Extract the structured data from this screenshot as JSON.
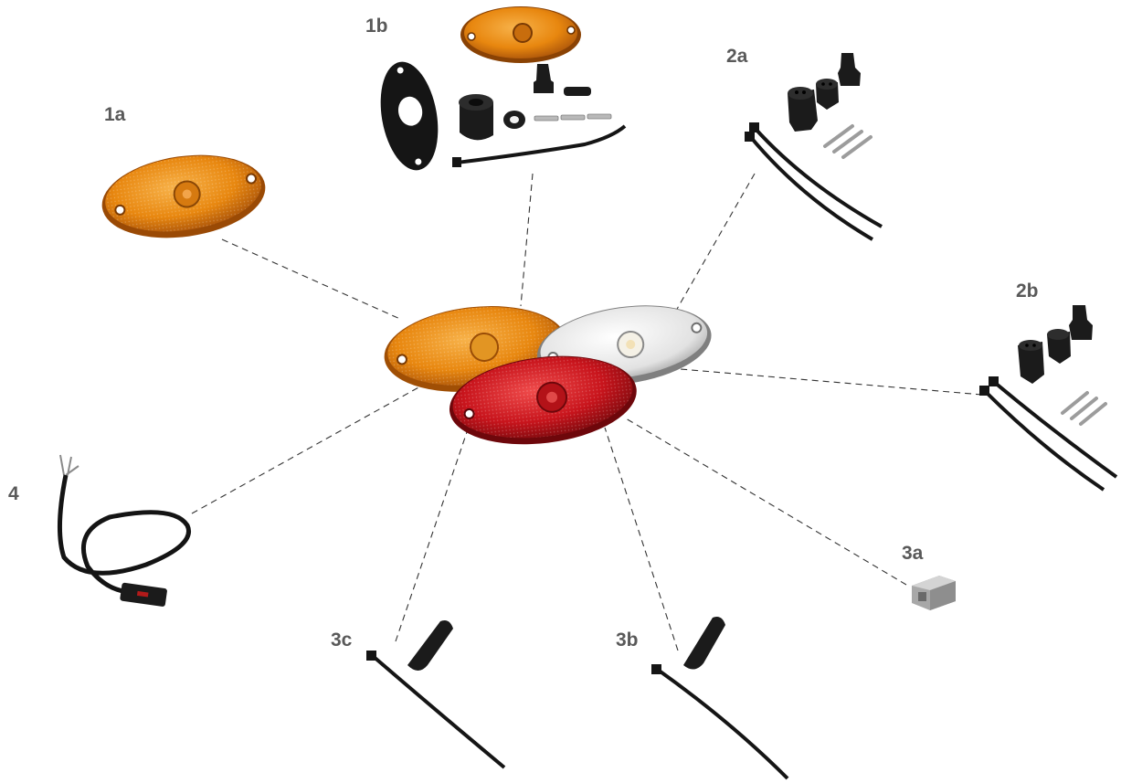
{
  "callouts": {
    "c1a": "1a",
    "c1b": "1b",
    "c2a": "2a",
    "c2b": "2b",
    "c3a": "3a",
    "c3b": "3b",
    "c3c": "3c",
    "c4": "4"
  },
  "colors": {
    "amber": "#e8870f",
    "amber_dark": "#b85c06",
    "red": "#c8141c",
    "red_dark": "#8a0a10",
    "clear": "#e6e6e6",
    "rubber": "#1d1d1d",
    "leader_line": "#333333",
    "label": "#595959"
  }
}
